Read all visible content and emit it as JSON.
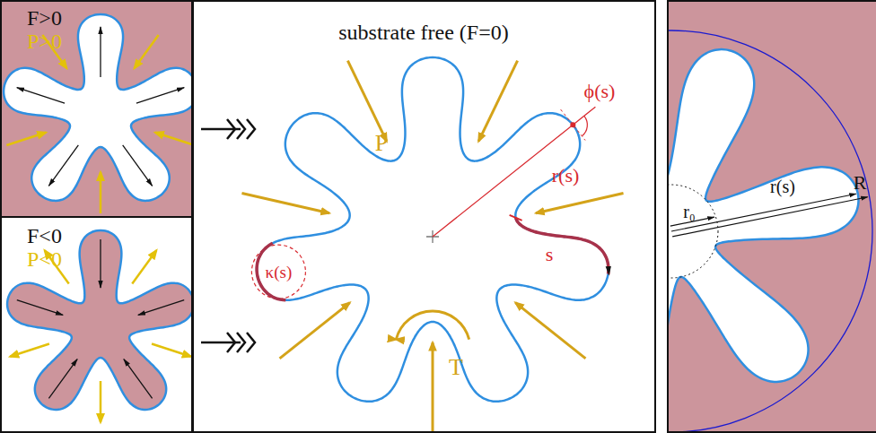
{
  "diagram": {
    "labels": [
      "F>0",
      "P>0",
      "F<0",
      "P<0",
      "substrate free (F=0)",
      "P",
      "κ(s)",
      "ϕ(s)",
      "r(s)",
      "s",
      "T",
      "r₀",
      "r(s)",
      "R"
    ]
  }
}
